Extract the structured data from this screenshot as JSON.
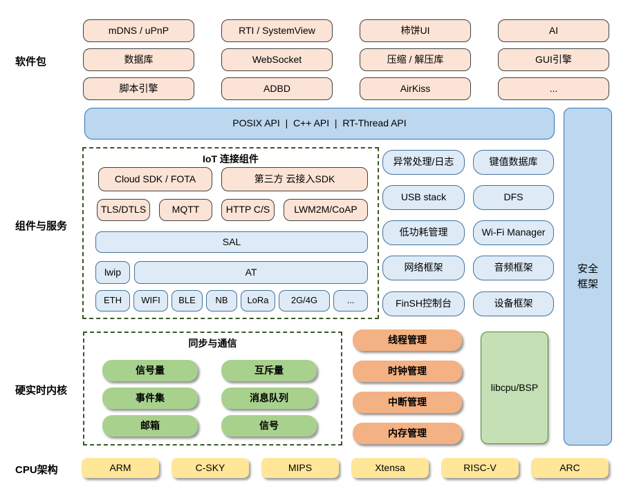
{
  "section_labels": {
    "software": "软件包",
    "components": "组件与服务",
    "kernel": "硬实时内核",
    "cpu": "CPU架构"
  },
  "software_packages": {
    "items": [
      "mDNS / uPnP",
      "RTI / SystemView",
      "柿饼UI",
      "AI",
      "数据库",
      "WebSocket",
      "压缩 / 解压库",
      "GUI引擎",
      "脚本引擎",
      "ADBD",
      "AirKiss",
      "..."
    ]
  },
  "api_bar": {
    "label": "POSIX API  |  C++ API  |  RT-Thread API"
  },
  "security_bar": {
    "line1": "安全",
    "line2": "框架"
  },
  "iot": {
    "title": "IoT 连接组件",
    "cloud_sdk": "Cloud SDK / FOTA",
    "third_party": "第三方 云接入SDK",
    "protocols": [
      "TLS/DTLS",
      "MQTT",
      "HTTP C/S",
      "LWM2M/CoAP"
    ],
    "sal": "SAL",
    "lwip": "lwip",
    "at": "AT",
    "links": [
      "ETH",
      "WIFI",
      "BLE",
      "NB",
      "LoRa",
      "2G/4G",
      "..."
    ]
  },
  "services": {
    "items": [
      "异常处理/日志",
      "键值数据库",
      "USB stack",
      "DFS",
      "低功耗管理",
      "Wi-Fi Manager",
      "网络框架",
      "音频框架",
      "FinSH控制台",
      "设备框架"
    ]
  },
  "sync": {
    "title": "同步与通信",
    "items": [
      "信号量",
      "互斥量",
      "事件集",
      "消息队列",
      "邮箱",
      "信号"
    ]
  },
  "kernel_mgmt": {
    "items": [
      "线程管理",
      "时钟管理",
      "中断管理",
      "内存管理"
    ]
  },
  "libcpu": {
    "label": "libcpu/BSP"
  },
  "cpu_arch": {
    "items": [
      "ARM",
      "C-SKY",
      "MIPS",
      "Xtensa",
      "RISC-V",
      "ARC"
    ]
  },
  "colors": {
    "peach_fill": "#fbe3d5",
    "peach_border": "#3f3f3f",
    "api_bar_fill": "#bdd7ee",
    "api_bar_border": "#2e75b6",
    "service_fill": "#deeaf6",
    "service_border": "#41719c",
    "dashed_border": "#385723",
    "green_pill": "#a9d18e",
    "orange_pill": "#f4b183",
    "libcpu_fill": "#c5e0b4",
    "libcpu_border": "#538135",
    "cpu_fill": "#ffe699",
    "background": "#ffffff"
  }
}
